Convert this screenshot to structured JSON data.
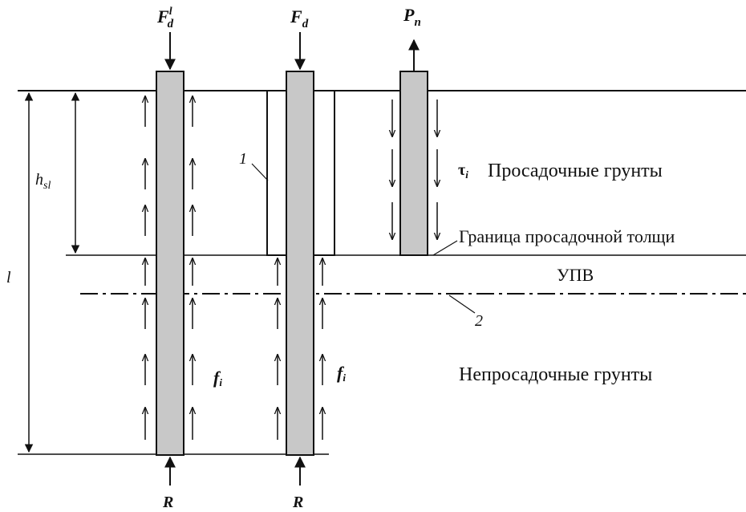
{
  "labels": {
    "force_left": "F",
    "force_left_sup": "l",
    "force_left_sub": "d",
    "force_mid": "F",
    "force_mid_sub": "d",
    "force_right": "P",
    "force_right_sub": "n",
    "hsl": "h",
    "hsl_sub": "sl",
    "l": "l",
    "callout_1": "1",
    "callout_2": "2",
    "tau": "τ",
    "tau_sub": "i",
    "f_left": "f",
    "f_left_sub": "i",
    "f_mid": "f",
    "f_mid_sub": "i",
    "r_left": "R",
    "r_mid": "R",
    "collapsible_soils": "Просадочные грунты",
    "collapsible_boundary": "Граница просадочной толщи",
    "groundwater_level": "УПВ",
    "non_collapsible_soils": "Непросадочные грунты"
  },
  "colors": {
    "pile_fill": "#c8c8c8",
    "line": "#111111",
    "background": "#ffffff"
  }
}
